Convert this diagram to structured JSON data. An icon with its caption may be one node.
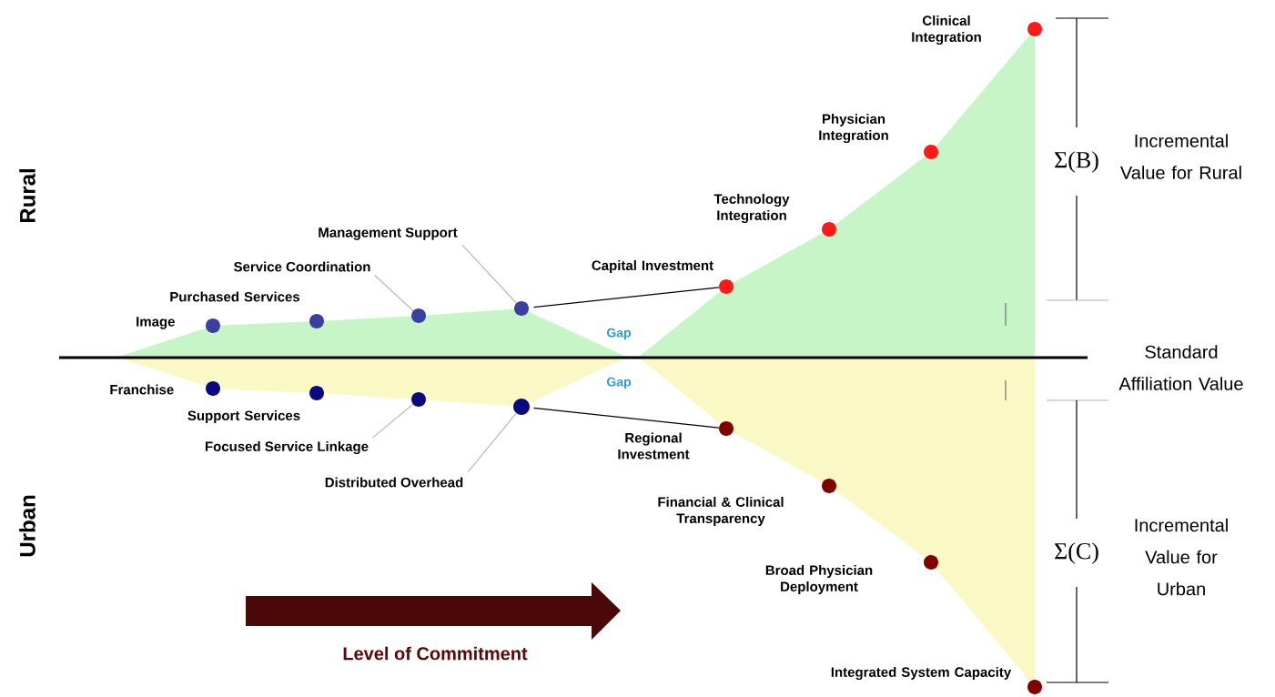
{
  "diagram": {
    "nodes": [
      {
        "text": [],
        "shape": "circle",
        "beside": [
          "Image"
        ]
      },
      {
        "text": [],
        "shape": "circle",
        "beside": [
          "Purchased Services"
        ]
      },
      {
        "text": [
          "Service Coordination"
        ]
      },
      {
        "text": [],
        "shape": "circle"
      },
      {
        "text": [
          "Management Support"
        ]
      },
      {
        "text": [],
        "shape": "circle"
      },
      {
        "text": [],
        "shape": "circle",
        "beside": [
          "Capital Investment"
        ]
      },
      {
        "text": [],
        "shape": "circle",
        "beside": [
          "Technology Integration"
        ]
      },
      {
        "text": [],
        "shape": "circle",
        "beside": [
          "Physician Integration"
        ]
      },
      {
        "text": [],
        "shape": "circle",
        "beside": [
          "Clinical Integration"
        ]
      },
      {
        "text": [],
        "shape": "circle",
        "beside": [
          "Franchise"
        ]
      },
      {
        "text": [],
        "shape": "circle",
        "beside": [
          "Support Services"
        ]
      },
      {
        "text": [
          "Focused Service Linkage"
        ]
      },
      {
        "text": [],
        "shape": "circle"
      },
      {
        "text": [
          "Distributed Overhead"
        ]
      },
      {
        "text": [],
        "shape": "circle"
      },
      {
        "text": [],
        "shape": "circle",
        "beside": [
          "Regional Investment"
        ]
      },
      {
        "text": [],
        "shape": "circle",
        "beside": [
          "Financial & Clinical Transparency"
        ]
      },
      {
        "text": [],
        "shape": "circle",
        "beside": [
          "Broad Physician Deployment"
        ]
      },
      {
        "text": [],
        "shape": "circle",
        "beside": [
          "Integrated System Capacity"
        ]
      }
    ],
    "edges": [
      {
        "from": 2,
        "to": 3,
        "arrow": "none"
      },
      {
        "from": 4,
        "to": 5,
        "arrow": "none"
      },
      {
        "from": 12,
        "to": 13,
        "arrow": "none"
      },
      {
        "from": 14,
        "to": 15,
        "arrow": "none"
      },
      {
        "from": 5,
        "to": 6,
        "arrow": "none",
        "color": "#000000"
      },
      {
        "from": 15,
        "to": 16,
        "arrow": "none",
        "color": "#000000"
      }
    ],
    "labels": [
      "Rural",
      "Urban",
      "Gap",
      "Gap",
      "Σ(B)",
      "Incremental Value for Rural",
      "Standard Affiliation Value",
      "Σ(C)",
      "Incremental Value for Urban",
      "Level of Commitment"
    ]
  }
}
